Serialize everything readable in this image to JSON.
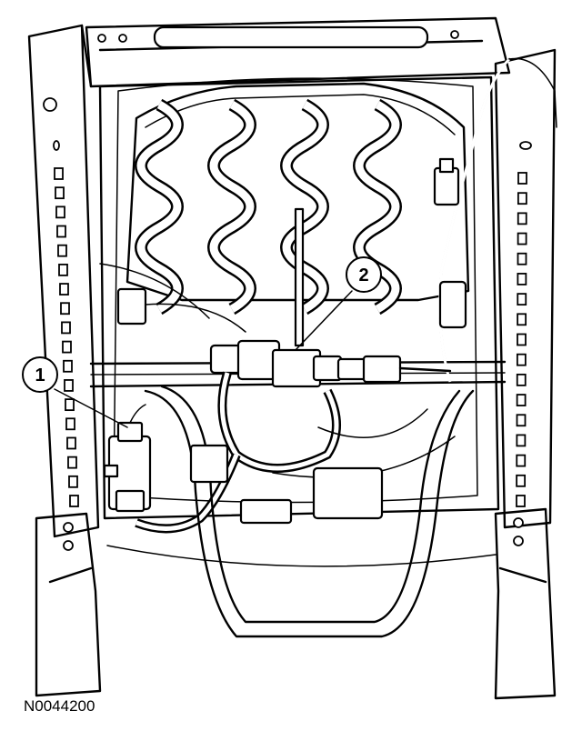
{
  "diagram": {
    "callouts": [
      {
        "id": "callout-1",
        "label": "1"
      },
      {
        "id": "callout-2",
        "label": "2"
      }
    ],
    "figure_id": "N0044200"
  }
}
